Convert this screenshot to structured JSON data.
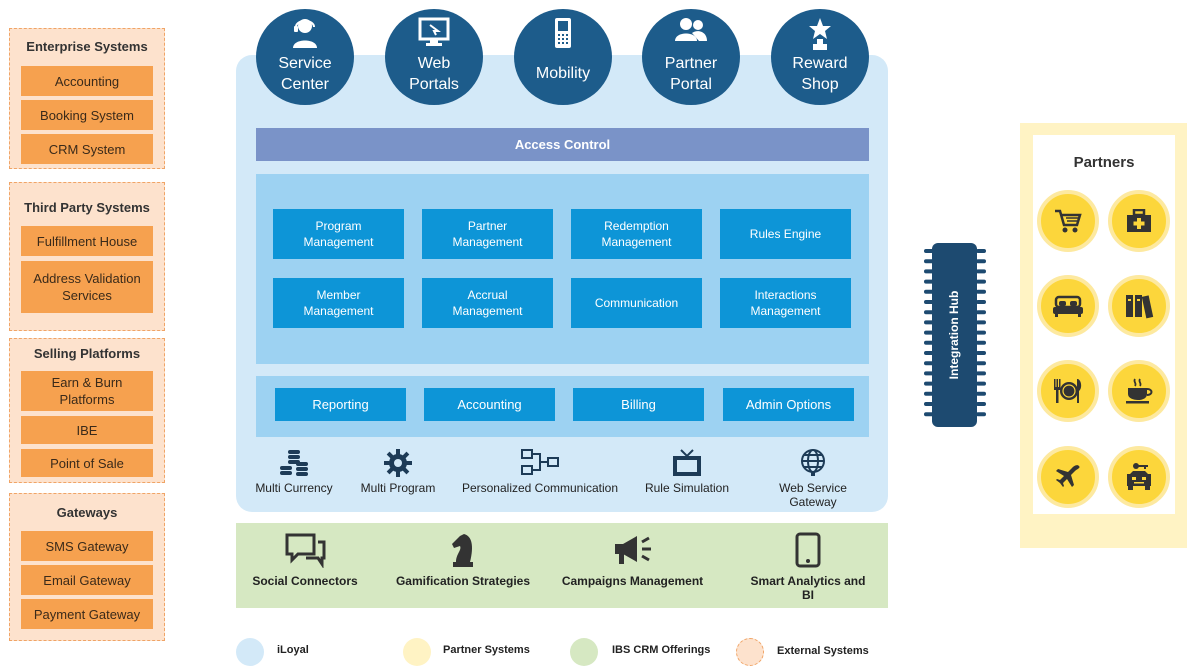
{
  "external": {
    "groups": [
      {
        "title": "Enterprise Systems",
        "items": [
          "Accounting",
          "Booking System",
          "CRM System"
        ]
      },
      {
        "title": "Third Party Systems",
        "items": [
          "Fulfillment House",
          "Address Validation Services"
        ]
      },
      {
        "title": "Selling Platforms",
        "items": [
          "Earn & Burn Platforms",
          "IBE",
          "Point of Sale"
        ]
      },
      {
        "title": "Gateways",
        "items": [
          "SMS Gateway",
          "Email Gateway",
          "Payment Gateway"
        ]
      }
    ]
  },
  "channels": [
    {
      "label": "Service Center",
      "icon": "agent-icon"
    },
    {
      "label": "Web Portals",
      "icon": "monitor-icon"
    },
    {
      "label": "Mobility",
      "icon": "phone-icon"
    },
    {
      "label": "Partner Portal",
      "icon": "users-icon"
    },
    {
      "label": "Reward Shop",
      "icon": "trophy-icon"
    }
  ],
  "access_control": "Access Control",
  "modules": [
    "Program Management",
    "Partner Management",
    "Redemption Management",
    "Rules Engine",
    "Member Management",
    "Accrual Management",
    "Communication",
    "Interactions Management"
  ],
  "reports": [
    "Reporting",
    "Accounting",
    "Billing",
    "Admin Options"
  ],
  "features": [
    {
      "label": "Multi Currency",
      "icon": "coins-icon"
    },
    {
      "label": "Multi Program",
      "icon": "gear-icon"
    },
    {
      "label": "Personalized Communication",
      "icon": "network-icon"
    },
    {
      "label": "Rule Simulation",
      "icon": "tv-icon"
    },
    {
      "label": "Web Service Gateway",
      "icon": "globe-icon"
    }
  ],
  "crm_offerings": [
    {
      "label": "Social Connectors",
      "icon": "chat-icon"
    },
    {
      "label": "Gamification Strategies",
      "icon": "chess-knight-icon"
    },
    {
      "label": "Campaigns Management",
      "icon": "megaphone-icon"
    },
    {
      "label": "Smart Analytics and BI",
      "icon": "tablet-icon"
    }
  ],
  "integration_hub": "Integration Hub",
  "partners": {
    "title": "Partners",
    "icons": [
      "cart-icon",
      "medical-kit-icon",
      "bed-icon",
      "books-icon",
      "dining-icon",
      "coffee-icon",
      "plane-icon",
      "car-icon"
    ]
  },
  "legend": [
    {
      "label": "iLoyal",
      "color": "#d3e9f8"
    },
    {
      "label": "Partner Systems",
      "color": "#fff3c4"
    },
    {
      "label": "IBS CRM Offerings",
      "color": "#d6e8c2"
    },
    {
      "label": "External Systems",
      "color": "#fde2cd"
    }
  ]
}
